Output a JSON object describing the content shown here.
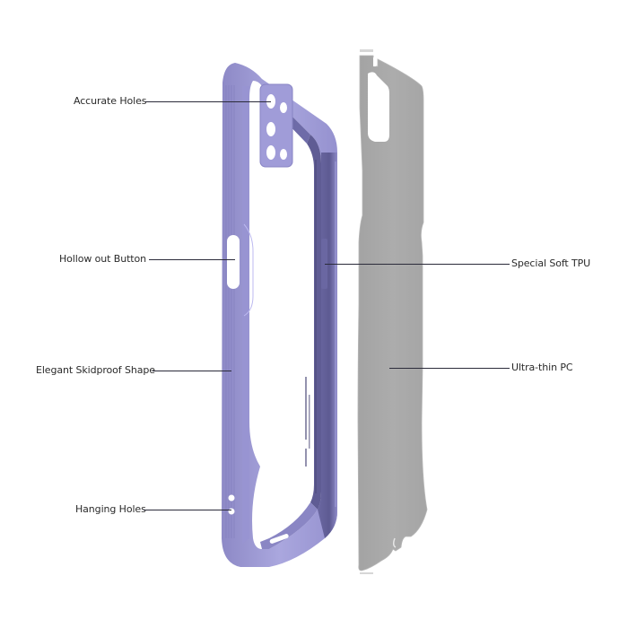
{
  "image": {
    "subject": "Exploded view of phone case: purple TPU bumper frame and gray PC back panel",
    "colors": {
      "frame_light": "#a7a4dc",
      "frame_mid": "#8f8bc9",
      "frame_dark": "#5c5a8c",
      "frame_inner": "#6f6ca6",
      "panel_gray": "#a8a8a8",
      "panel_edge": "#bdbdbd",
      "leader_line": "#2b2b3a",
      "text": "#2a2a2a"
    }
  },
  "callouts": {
    "left": [
      {
        "id": "accurate-holes",
        "text": "Accurate Holes"
      },
      {
        "id": "hollow-out-button",
        "text": "Hollow out Button"
      },
      {
        "id": "elegant-skidproof-shape",
        "text": "Elegant Skidproof Shape"
      },
      {
        "id": "hanging-holes",
        "text": "Hanging Holes"
      }
    ],
    "right": [
      {
        "id": "special-soft-tpu",
        "text": "Special Soft TPU"
      },
      {
        "id": "ultra-thin-pc",
        "text": "Ultra-thin PC"
      }
    ]
  }
}
